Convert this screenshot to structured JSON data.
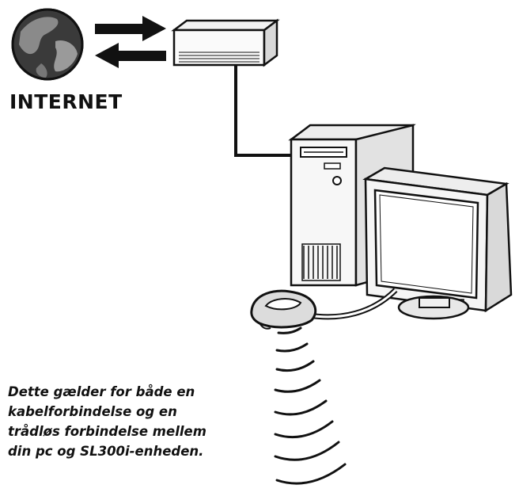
{
  "labels": {
    "internet": "INTERNET"
  },
  "caption": {
    "lines": [
      "Dette gælder for både en",
      "kabelforbindelse og en",
      "trådløs forbindelse mellem",
      "din pc og SL300i-enheden."
    ]
  },
  "icons": {
    "globe": "globe-icon",
    "modem": "modem-icon",
    "computer": "desktop-computer-icon",
    "monitor": "crt-monitor-icon",
    "wireless_adapter": "wireless-adapter-icon"
  }
}
